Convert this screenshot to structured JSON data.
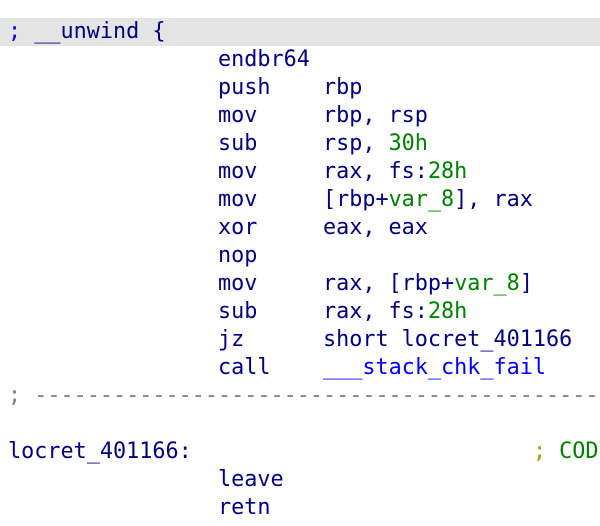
{
  "colors": {
    "text": "#000080",
    "number": "#008000",
    "symbol": "#0000ff",
    "separator": "#808080",
    "highlight": "#e4e4e4"
  },
  "lines": [
    {
      "name": "unwind-comment",
      "highlight": true,
      "segments": [
        {
          "t": ";",
          "c": "semi-blue"
        },
        {
          "t": " __unwind {",
          "c": "reg"
        }
      ]
    },
    {
      "name": "instruction",
      "segments": [
        {
          "t": "                endbr64",
          "c": "reg"
        }
      ]
    },
    {
      "name": "instruction",
      "segments": [
        {
          "t": "                push    rbp",
          "c": "reg"
        }
      ]
    },
    {
      "name": "instruction",
      "segments": [
        {
          "t": "                mov     rbp, rsp",
          "c": "reg"
        }
      ]
    },
    {
      "name": "instruction",
      "segments": [
        {
          "t": "                sub     rsp, ",
          "c": "reg"
        },
        {
          "t": "30h",
          "c": "num"
        }
      ]
    },
    {
      "name": "instruction",
      "segments": [
        {
          "t": "                mov     rax, fs:",
          "c": "reg"
        },
        {
          "t": "28h",
          "c": "num"
        }
      ]
    },
    {
      "name": "instruction",
      "segments": [
        {
          "t": "                mov     [rbp+",
          "c": "reg"
        },
        {
          "t": "var_8",
          "c": "num"
        },
        {
          "t": "], rax",
          "c": "reg"
        }
      ]
    },
    {
      "name": "instruction",
      "segments": [
        {
          "t": "                xor     eax, eax",
          "c": "reg"
        }
      ]
    },
    {
      "name": "instruction",
      "segments": [
        {
          "t": "                nop",
          "c": "reg"
        }
      ]
    },
    {
      "name": "instruction",
      "segments": [
        {
          "t": "                mov     rax, [rbp+",
          "c": "reg"
        },
        {
          "t": "var_8",
          "c": "num"
        },
        {
          "t": "]",
          "c": "reg"
        }
      ]
    },
    {
      "name": "instruction",
      "segments": [
        {
          "t": "                sub     rax, fs:",
          "c": "reg"
        },
        {
          "t": "28h",
          "c": "num"
        }
      ]
    },
    {
      "name": "instruction",
      "segments": [
        {
          "t": "                jz      short locret_401166",
          "c": "reg",
          "link": true
        }
      ]
    },
    {
      "name": "instruction",
      "segments": [
        {
          "t": "                call    ",
          "c": "reg"
        },
        {
          "t": "___stack_chk_fail",
          "c": "sym",
          "link": true
        }
      ]
    },
    {
      "name": "separator-line",
      "segments": [
        {
          "t": "; ---------------------------------------------------",
          "c": "sep"
        }
      ]
    },
    {
      "name": "blank-line",
      "segments": [
        {
          "t": " ",
          "c": "reg"
        }
      ]
    },
    {
      "name": "label-line",
      "segments": [
        {
          "t": "locret_401166:",
          "c": "reg",
          "link": true
        },
        {
          "t": "                          ",
          "c": "reg"
        },
        {
          "t": ";",
          "c": "semi-olive"
        },
        {
          "t": " CODE",
          "c": "cmt"
        }
      ]
    },
    {
      "name": "instruction",
      "segments": [
        {
          "t": "                leave",
          "c": "reg"
        }
      ]
    },
    {
      "name": "instruction",
      "segments": [
        {
          "t": "                retn",
          "c": "reg"
        }
      ]
    }
  ]
}
